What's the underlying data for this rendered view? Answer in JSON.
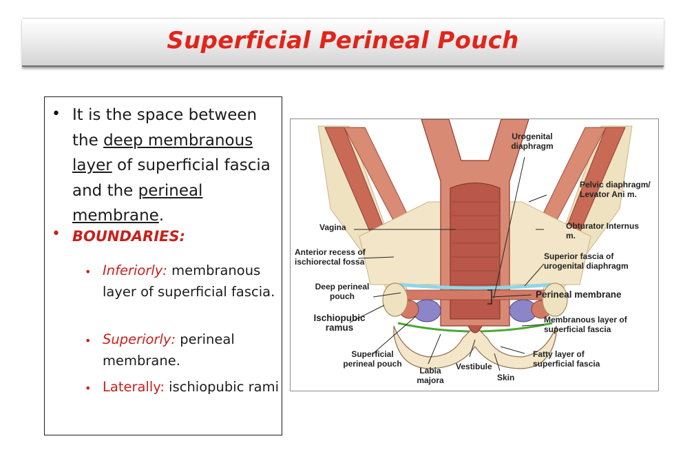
{
  "slide": {
    "title": "Superficial Perineal Pouch",
    "bullet1": {
      "text_a": "It is the space between the ",
      "underline_a": "deep membranous layer",
      "text_b": " of superficial fascia and the ",
      "underline_b": "perineal membrane",
      "text_c": "."
    },
    "boundaries_label": "BOUNDARIES:",
    "sub_items": [
      {
        "label": "Inferiorly:",
        "text": " membranous layer of superficial fascia."
      },
      {
        "label": "Superiorly:",
        "text": " perineal membrane."
      },
      {
        "label": "Laterally:",
        "text": " ischiopubic rami"
      }
    ]
  },
  "figure_labels": {
    "urogenital_diaphragm": "Urogenital diaphragm",
    "pelvic_diaphragm": "Pelvic diaphragm/ Levator Ani m.",
    "vagina": "Vagina",
    "obturator": "Obturator Internus m.",
    "anterior_recess": "Anterior recess of ischiorectal fossa",
    "superior_fascia": "Superior fascia of urogenital diaphragm",
    "deep_pouch": "Deep perineal pouch",
    "perineal_membrane": "Perineal membrane",
    "ischiopubic_ramus": "Ischiopubic ramus",
    "membranous_layer": "Membranous layer of superficial fascia",
    "fatty_layer": "Fatty layer of superficial fascia",
    "superficial_pouch": "Superficial perineal pouch",
    "labia_majora": "Labia majora",
    "vestibule": "Vestibule",
    "skin": "Skin"
  }
}
